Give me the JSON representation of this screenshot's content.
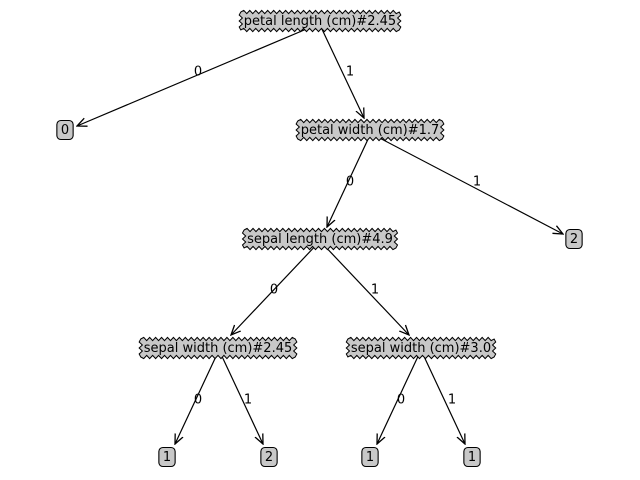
{
  "colors": {
    "node_fill": "#c8c8c8",
    "stroke": "#000000",
    "background": "#ffffff"
  },
  "diagram": {
    "nodes": [
      {
        "id": "n-root",
        "label": "petal length (cm)#2.45",
        "shape": "wavy"
      },
      {
        "id": "n-leaf-0",
        "label": "0",
        "shape": "rounded"
      },
      {
        "id": "n-petal-width",
        "label": "petal width (cm)#1.7",
        "shape": "wavy"
      },
      {
        "id": "n-sepal-length",
        "label": "sepal length (cm)#4.9",
        "shape": "wavy"
      },
      {
        "id": "n-leaf-2a",
        "label": "2",
        "shape": "rounded"
      },
      {
        "id": "n-sepal-width-a",
        "label": "sepal width (cm)#2.45",
        "shape": "wavy"
      },
      {
        "id": "n-sepal-width-b",
        "label": "sepal width (cm)#3.0",
        "shape": "wavy"
      },
      {
        "id": "n-leaf-1a",
        "label": "1",
        "shape": "rounded"
      },
      {
        "id": "n-leaf-2b",
        "label": "2",
        "shape": "rounded"
      },
      {
        "id": "n-leaf-1b",
        "label": "1",
        "shape": "rounded"
      },
      {
        "id": "n-leaf-1c",
        "label": "1",
        "shape": "rounded"
      }
    ],
    "edges": [
      {
        "from": "n-root",
        "to": "n-leaf-0",
        "label": "0"
      },
      {
        "from": "n-root",
        "to": "n-petal-width",
        "label": "1"
      },
      {
        "from": "n-petal-width",
        "to": "n-sepal-length",
        "label": "0"
      },
      {
        "from": "n-petal-width",
        "to": "n-leaf-2a",
        "label": "1"
      },
      {
        "from": "n-sepal-length",
        "to": "n-sepal-width-a",
        "label": "0"
      },
      {
        "from": "n-sepal-length",
        "to": "n-sepal-width-b",
        "label": "1"
      },
      {
        "from": "n-sepal-width-a",
        "to": "n-leaf-1a",
        "label": "0"
      },
      {
        "from": "n-sepal-width-a",
        "to": "n-leaf-2b",
        "label": "1"
      },
      {
        "from": "n-sepal-width-b",
        "to": "n-leaf-1b",
        "label": "0"
      },
      {
        "from": "n-sepal-width-b",
        "to": "n-leaf-1c",
        "label": "1"
      }
    ]
  }
}
